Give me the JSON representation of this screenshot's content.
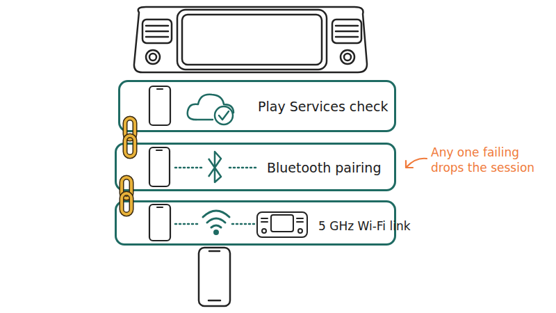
{
  "diagram": {
    "nodes": [
      {
        "text": [
          "Play Services check"
        ]
      },
      {
        "text": [
          "Bluetooth pairing"
        ]
      },
      {
        "text": [
          "5 GHz Wi-Fi link"
        ]
      }
    ],
    "edges": [
      {
        "from": 0,
        "to": 1,
        "arrow": "none"
      },
      {
        "from": 1,
        "to": 2,
        "arrow": "none"
      }
    ],
    "labels": [
      "Any one failing drops the session"
    ]
  }
}
